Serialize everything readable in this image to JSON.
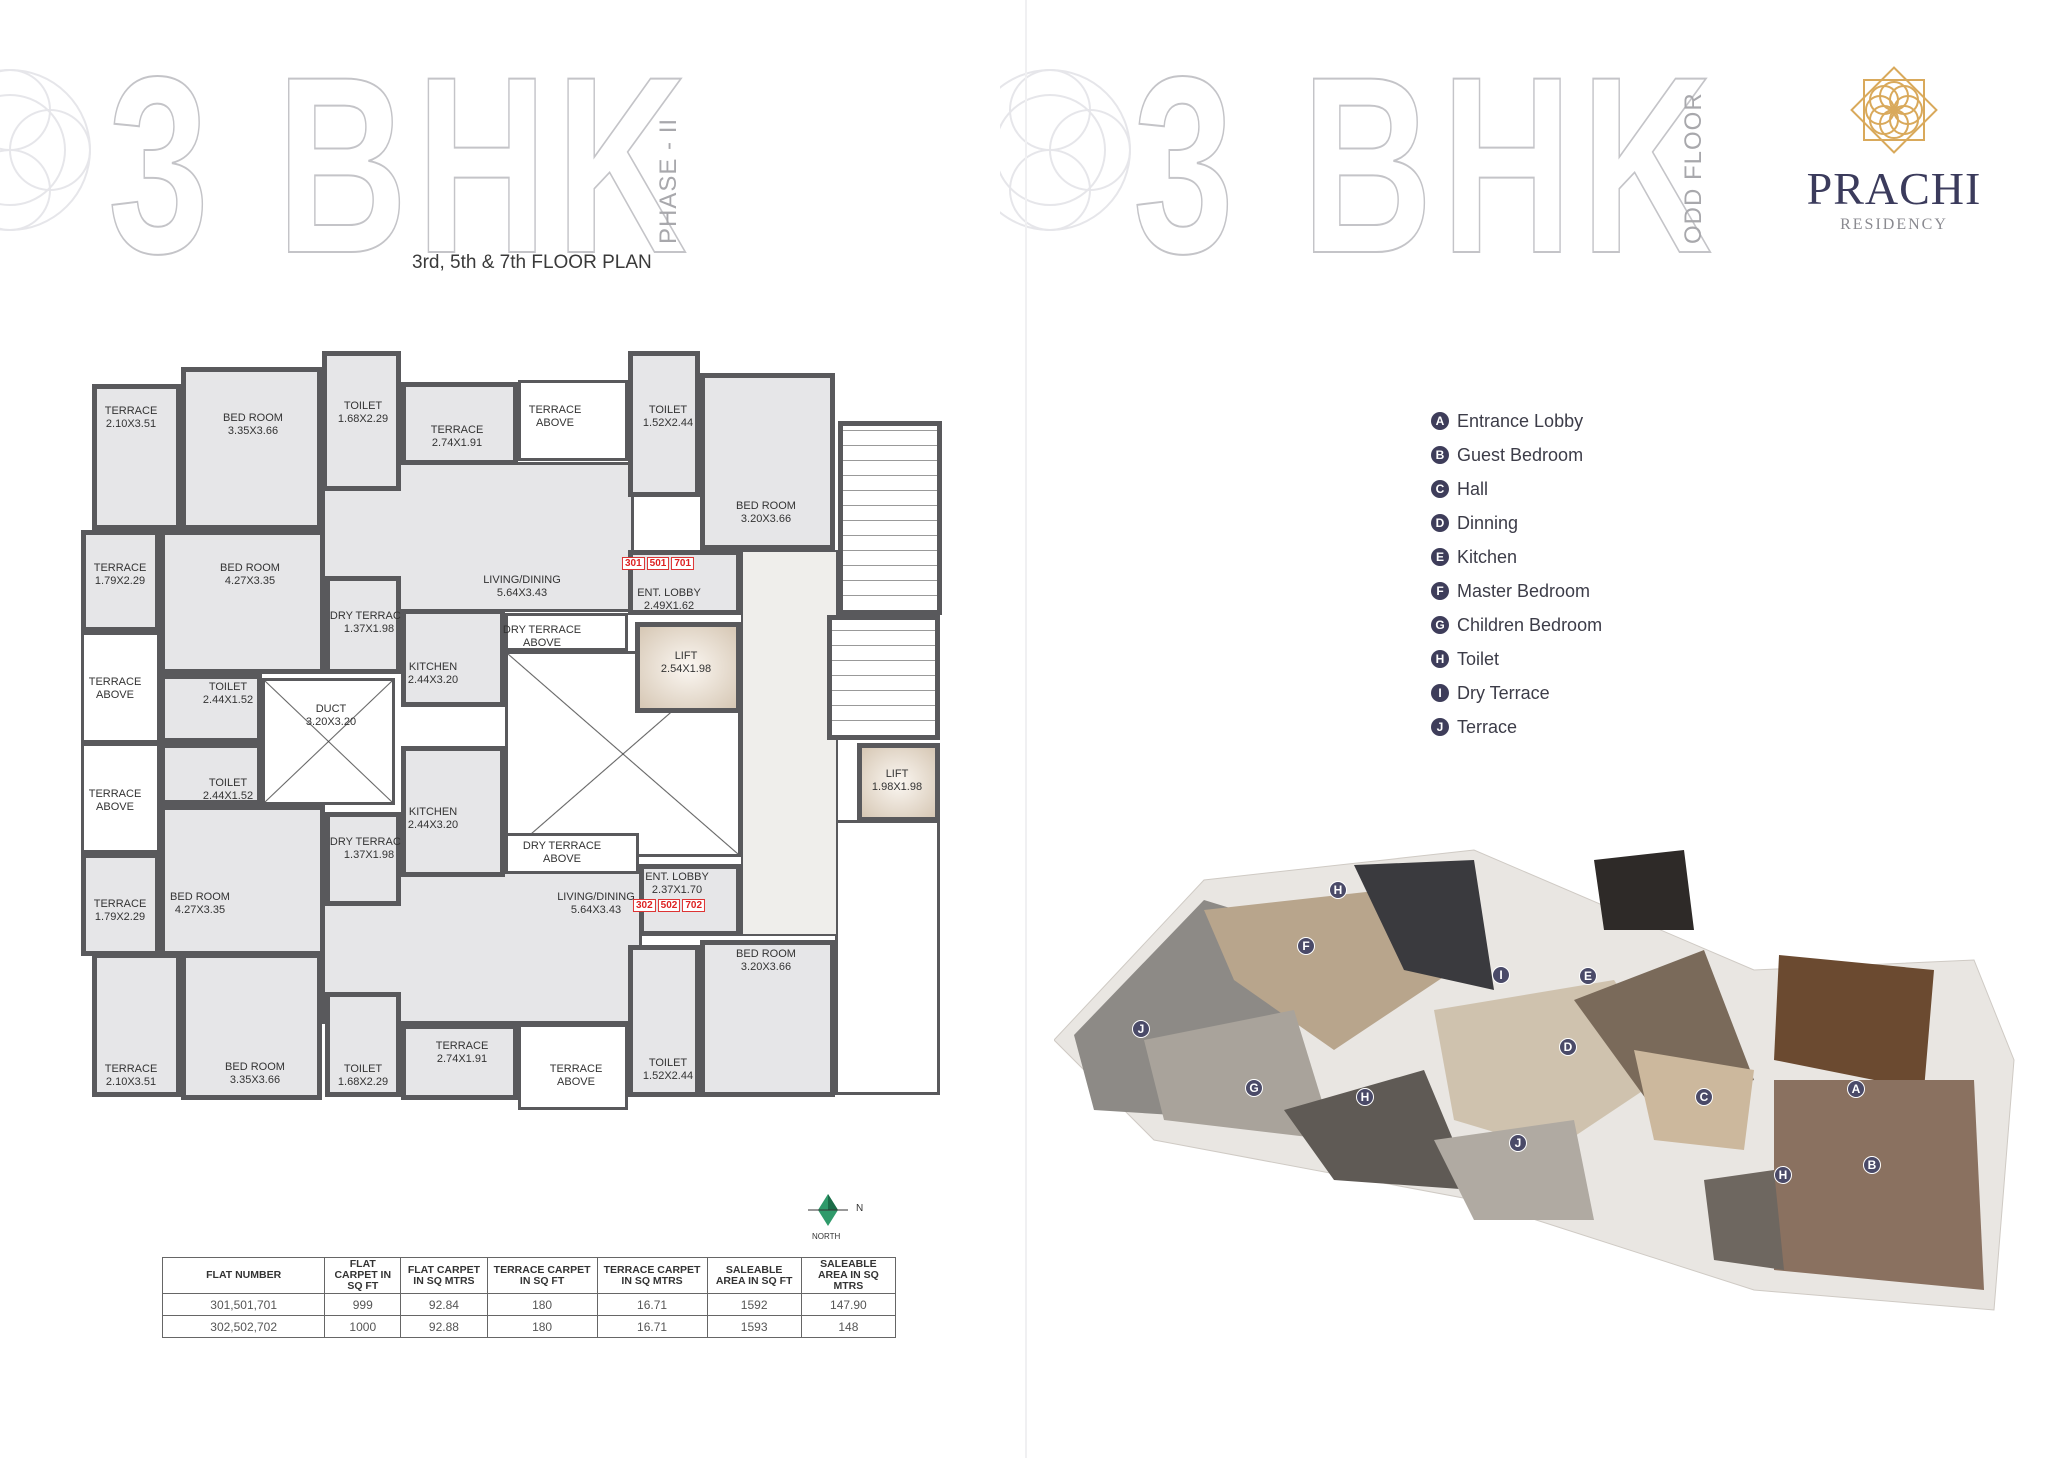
{
  "left_page": {
    "title": "3 BHK",
    "phase": "PHASE - II",
    "subtitle": "3rd, 5th & 7th FLOOR PLAN",
    "north_label": "NORTH",
    "north_letter": "N"
  },
  "right_page": {
    "title": "3 BHK",
    "floor": "ODD FLOOR"
  },
  "logo": {
    "name": "PRACHI",
    "sub": "RESIDENCY",
    "color": "#3b3b5c",
    "accent": "#d9a95b"
  },
  "legend": [
    {
      "key": "A",
      "label": "Entrance Lobby"
    },
    {
      "key": "B",
      "label": "Guest Bedroom"
    },
    {
      "key": "C",
      "label": "Hall"
    },
    {
      "key": "D",
      "label": "Dinning"
    },
    {
      "key": "E",
      "label": "Kitchen"
    },
    {
      "key": "F",
      "label": "Master Bedroom"
    },
    {
      "key": "G",
      "label": "Children Bedroom"
    },
    {
      "key": "H",
      "label": "Toilet"
    },
    {
      "key": "I",
      "label": "Dry Terrace"
    },
    {
      "key": "J",
      "label": "Terrace"
    }
  ],
  "floor_plan": {
    "rooms": [
      {
        "name": "TERRACE",
        "size": "2.10X3.51"
      },
      {
        "name": "BED ROOM",
        "size": "3.35X3.66"
      },
      {
        "name": "TOILET",
        "size": "1.68X2.29"
      },
      {
        "name": "TERRACE",
        "size": "2.74X1.91"
      },
      {
        "name": "TERRACE",
        "size": "ABOVE"
      },
      {
        "name": "TOILET",
        "size": "1.52X2.44"
      },
      {
        "name": "BED ROOM",
        "size": "3.20X3.66"
      },
      {
        "name": "TERRACE",
        "size": "1.79X2.29"
      },
      {
        "name": "BED ROOM",
        "size": "4.27X3.35"
      },
      {
        "name": "DRY TERRACE",
        "size": "1.37X1.98"
      },
      {
        "name": "LIVING/DINING",
        "size": "5.64X3.43"
      },
      {
        "name": "TERRACE",
        "size": "ABOVE"
      },
      {
        "name": "TOILET",
        "size": "2.44X1.52"
      },
      {
        "name": "DUCT",
        "size": "3.20X3.20"
      },
      {
        "name": "KITCHEN",
        "size": "2.44X3.20"
      },
      {
        "name": "DRY TERRACE",
        "size": "ABOVE"
      },
      {
        "name": "ENT. LOBBY",
        "size": "2.49X1.62"
      },
      {
        "name": "LIFT",
        "size": "2.54X1.98"
      },
      {
        "name": "LIFT",
        "size": "1.98X1.98"
      },
      {
        "name": "TERRACE",
        "size": "ABOVE"
      },
      {
        "name": "TOILET",
        "size": "2.44X1.52"
      },
      {
        "name": "TERRACE",
        "size": "1.79X2.29"
      },
      {
        "name": "BED ROOM",
        "size": "4.27X3.35"
      },
      {
        "name": "DRY TERRACE",
        "size": "1.37X1.98"
      },
      {
        "name": "KITCHEN",
        "size": "2.44X3.20"
      },
      {
        "name": "DRY TERRACE",
        "size": "ABOVE"
      },
      {
        "name": "LIVING/DINING",
        "size": "5.64X3.43"
      },
      {
        "name": "ENT. LOBBY",
        "size": "2.37X1.70"
      },
      {
        "name": "TERRACE",
        "size": "2.10X3.51"
      },
      {
        "name": "BED ROOM",
        "size": "3.35X3.66"
      },
      {
        "name": "TOILET",
        "size": "1.68X2.29"
      },
      {
        "name": "TERRACE",
        "size": "2.74X1.91"
      },
      {
        "name": "TERRACE",
        "size": "ABOVE"
      },
      {
        "name": "TOILET",
        "size": "1.52X2.44"
      },
      {
        "name": "BED ROOM",
        "size": "3.20X3.66"
      }
    ],
    "flat_numbers_top": [
      "301",
      "501",
      "701"
    ],
    "flat_numbers_bottom": [
      "302",
      "502",
      "702"
    ]
  },
  "area_table": {
    "headers": [
      "FLAT NUMBER",
      "FLAT CARPET IN SQ FT",
      "FLAT CARPET IN SQ MTRS",
      "TERRACE CARPET IN SQ FT",
      "TERRACE CARPET IN SQ MTRS",
      "SALEABLE AREA IN SQ FT",
      "SALEABLE AREA IN SQ MTRS"
    ],
    "rows": [
      [
        "301,501,701",
        "999",
        "92.84",
        "180",
        "16.71",
        "1592",
        "147.90"
      ],
      [
        "302,502,702",
        "1000",
        "92.88",
        "180",
        "16.71",
        "1593",
        "148"
      ]
    ]
  },
  "render_markers": [
    "H",
    "F",
    "I",
    "E",
    "J",
    "D",
    "G",
    "H",
    "A",
    "C",
    "J",
    "B",
    "H"
  ]
}
